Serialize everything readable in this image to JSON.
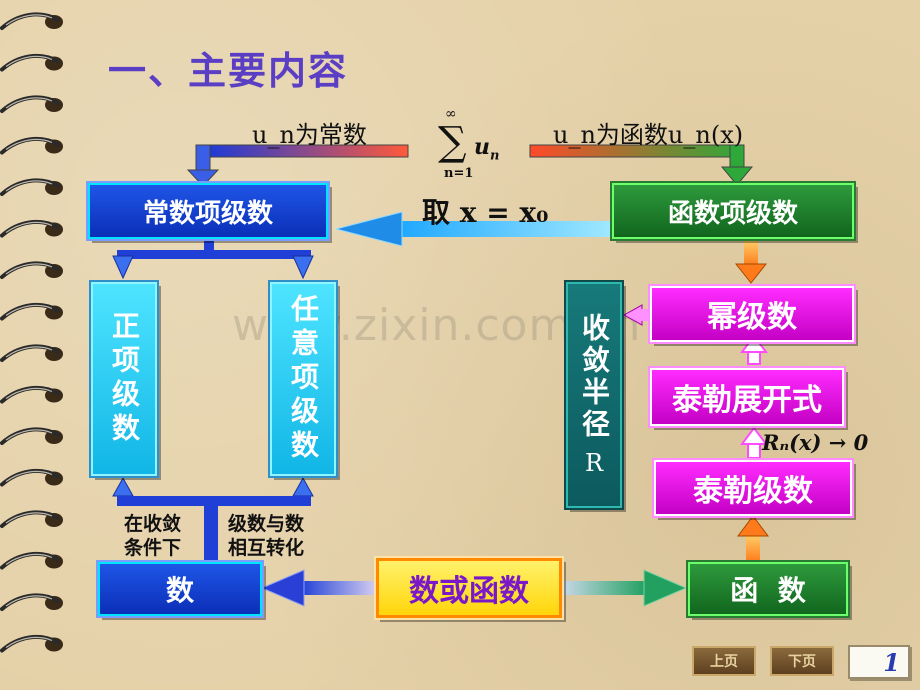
{
  "title": "一、主要内容",
  "series_label": "∑ u_n",
  "series_label_sub": "n=1",
  "series_label_sup": "∞",
  "branch_constant": "u_n为常数",
  "branch_function": "u_n为函数u_n(x)",
  "take_x": "取 x = x₀",
  "boxes": {
    "constant_series": "常数项级数",
    "function_series": "函数项级数",
    "positive_series": "正项级数",
    "arbitrary_series": "任意项级数",
    "power_series": "幂级数",
    "radius": "收敛半径",
    "radius_symbol": "R",
    "taylor_expansion": "泰勒展开式",
    "taylor_series": "泰勒级数",
    "number": "数",
    "number_or_function": "数或函数",
    "function": "函  数"
  },
  "notes": {
    "under_condition_line1": "在收敛",
    "under_condition_line2": "条件下",
    "convert_line1": "级数与数",
    "convert_line2": "相互转化",
    "remainder": "Rₙ(x) → 0"
  },
  "watermark": "www.zixin.com.cn",
  "nav": {
    "prev": "上页",
    "next": "下页"
  },
  "page_number": "1"
}
